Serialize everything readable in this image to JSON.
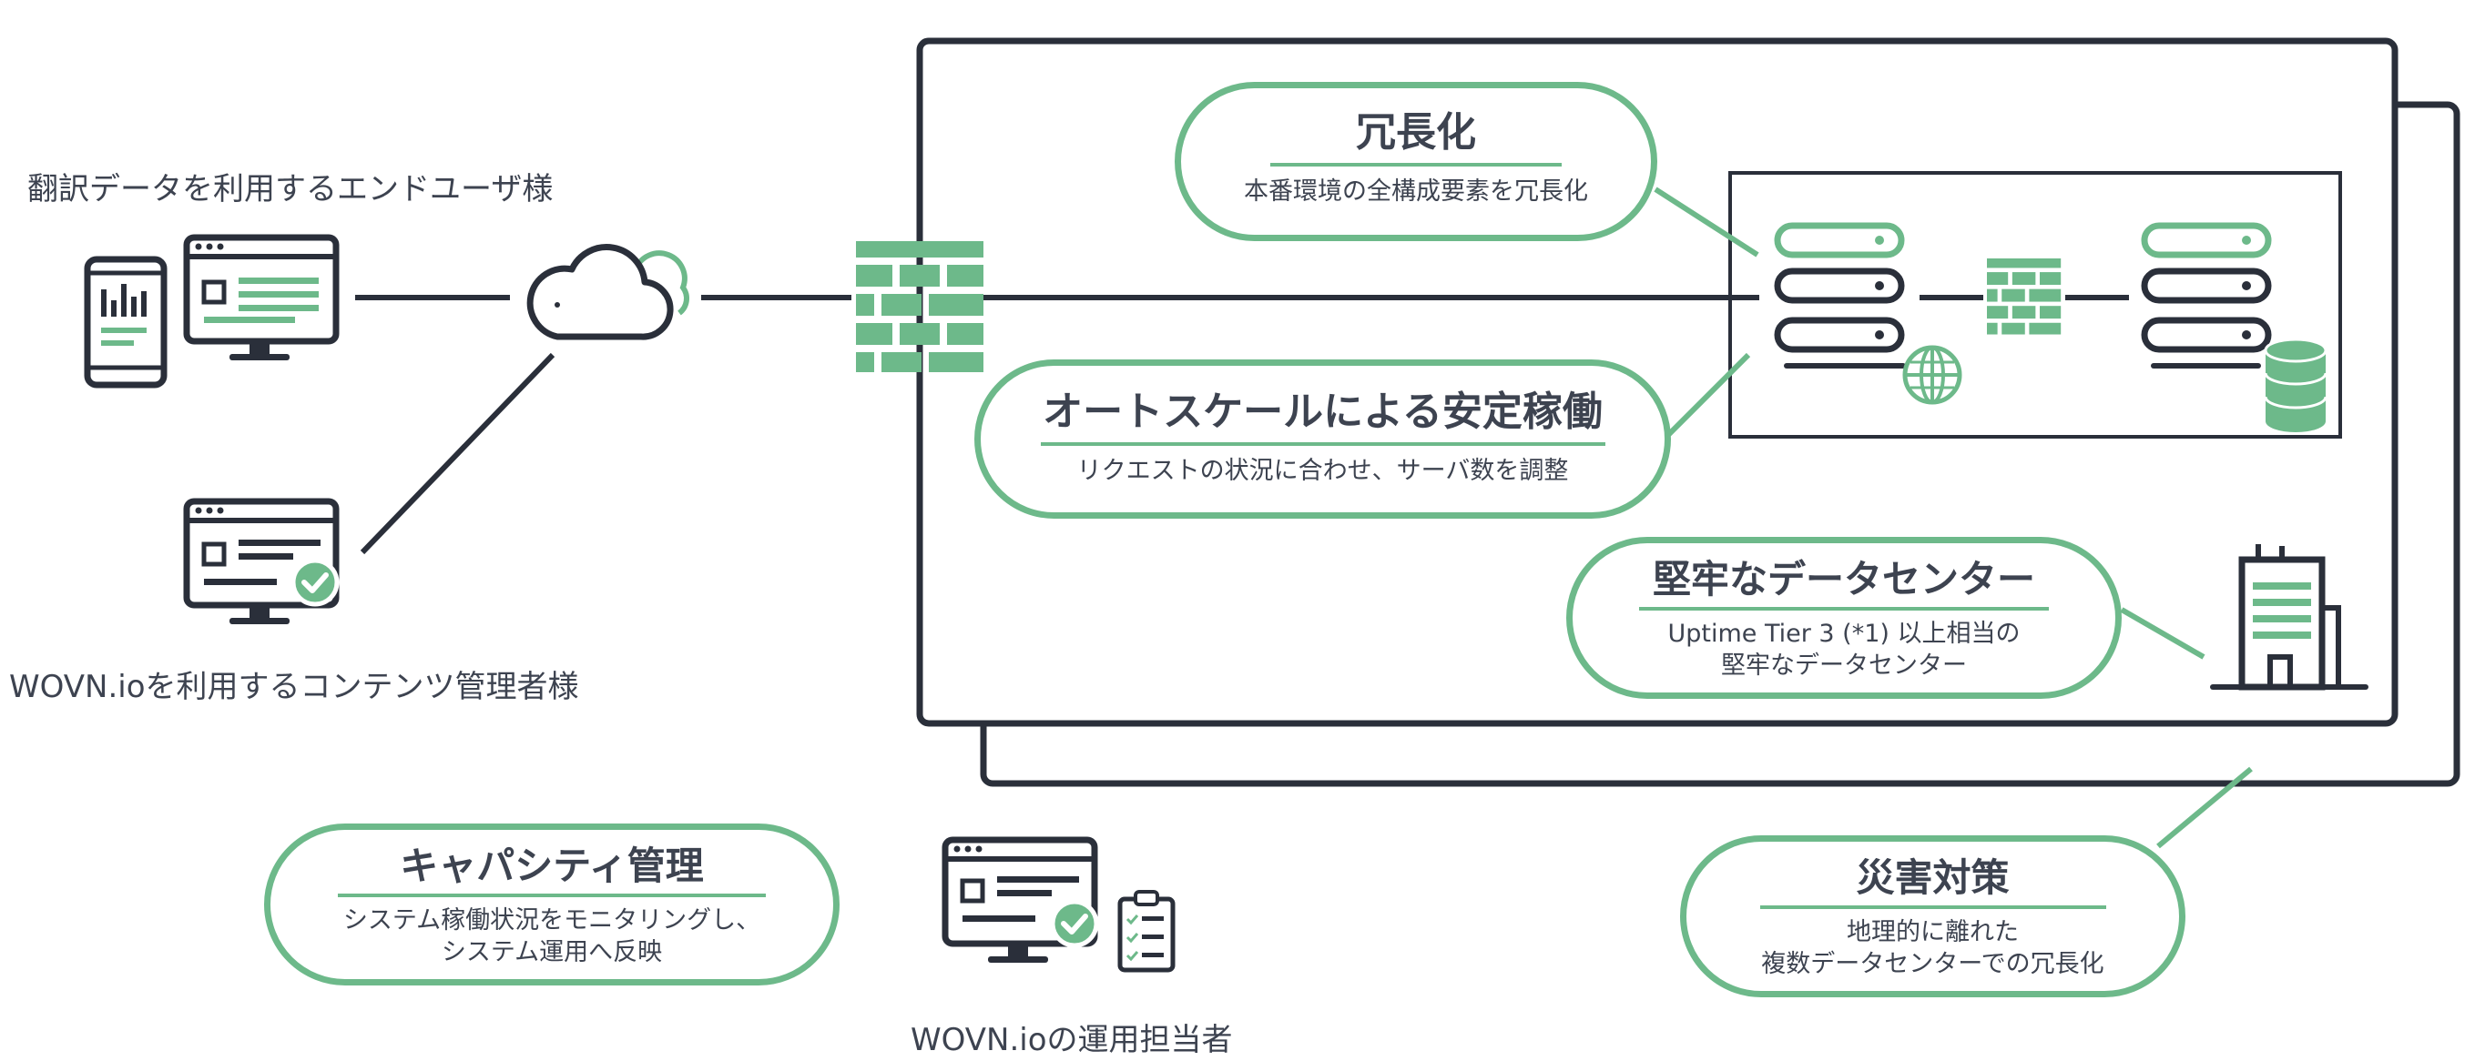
{
  "labels": {
    "end_users": "翻訳データを利用するエンドユーザ様",
    "content_admins": "WOVN.ioを利用するコンテンツ管理者様",
    "operators": "WOVN.ioの運用担当者"
  },
  "callouts": {
    "redundancy": {
      "title": "冗長化",
      "desc": "本番環境の全構成要素を冗長化"
    },
    "autoscale": {
      "title": "オートスケールによる安定稼働",
      "desc": "リクエストの状況に合わせ、サーバ数を調整"
    },
    "datacenter": {
      "title": "堅牢なデータセンター",
      "desc": "Uptime Tier 3 (*1) 以上相当の\n堅牢なデータセンター"
    },
    "capacity": {
      "title": "キャパシティ管理",
      "desc": "システム稼働状況をモニタリングし、\nシステム運用へ反映"
    },
    "disaster": {
      "title": "災害対策",
      "desc": "地理的に離れた\n複数データセンターでの冗長化"
    }
  },
  "icons": [
    "smartphone-icon",
    "desktop-monitor-icon",
    "cloud-icon",
    "firewall-icon",
    "server-stack-icon",
    "globe-icon",
    "database-icon",
    "building-icon",
    "check-circle-icon",
    "clipboard-checklist-icon"
  ],
  "colors": {
    "accent_green": "#6db98a",
    "dark": "#2a2f3a",
    "text": "#3d4350"
  }
}
